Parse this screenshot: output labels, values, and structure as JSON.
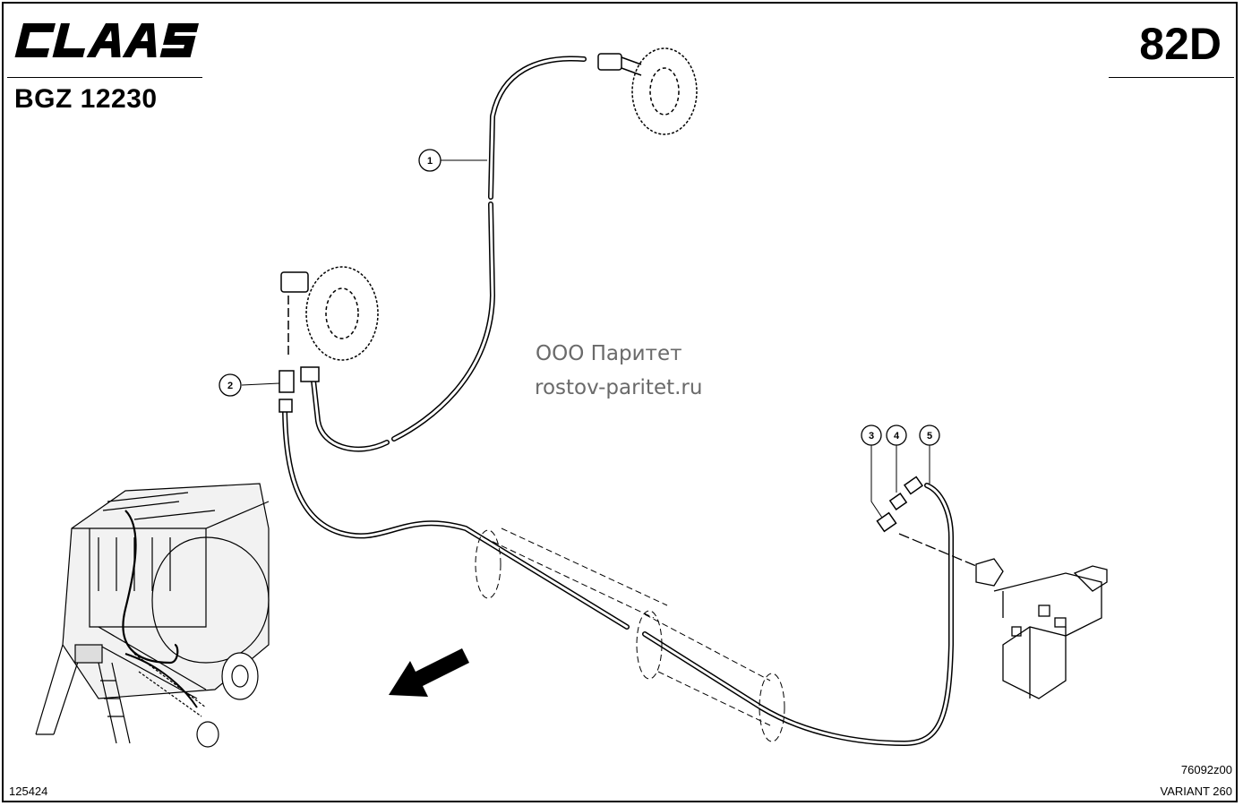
{
  "header": {
    "brand": "CLAAS",
    "model_code": "BGZ 12230",
    "page_code": "82D"
  },
  "watermark": {
    "line1": "ООО Паритет",
    "line2": "rostov-paritet.ru"
  },
  "footer": {
    "sheet_number": "125424",
    "drawing_number": "76092z00",
    "variant": "VARIANT 260"
  },
  "callouts": [
    {
      "label": "1"
    },
    {
      "label": "2"
    },
    {
      "label": "3"
    },
    {
      "label": "4"
    },
    {
      "label": "5"
    }
  ]
}
